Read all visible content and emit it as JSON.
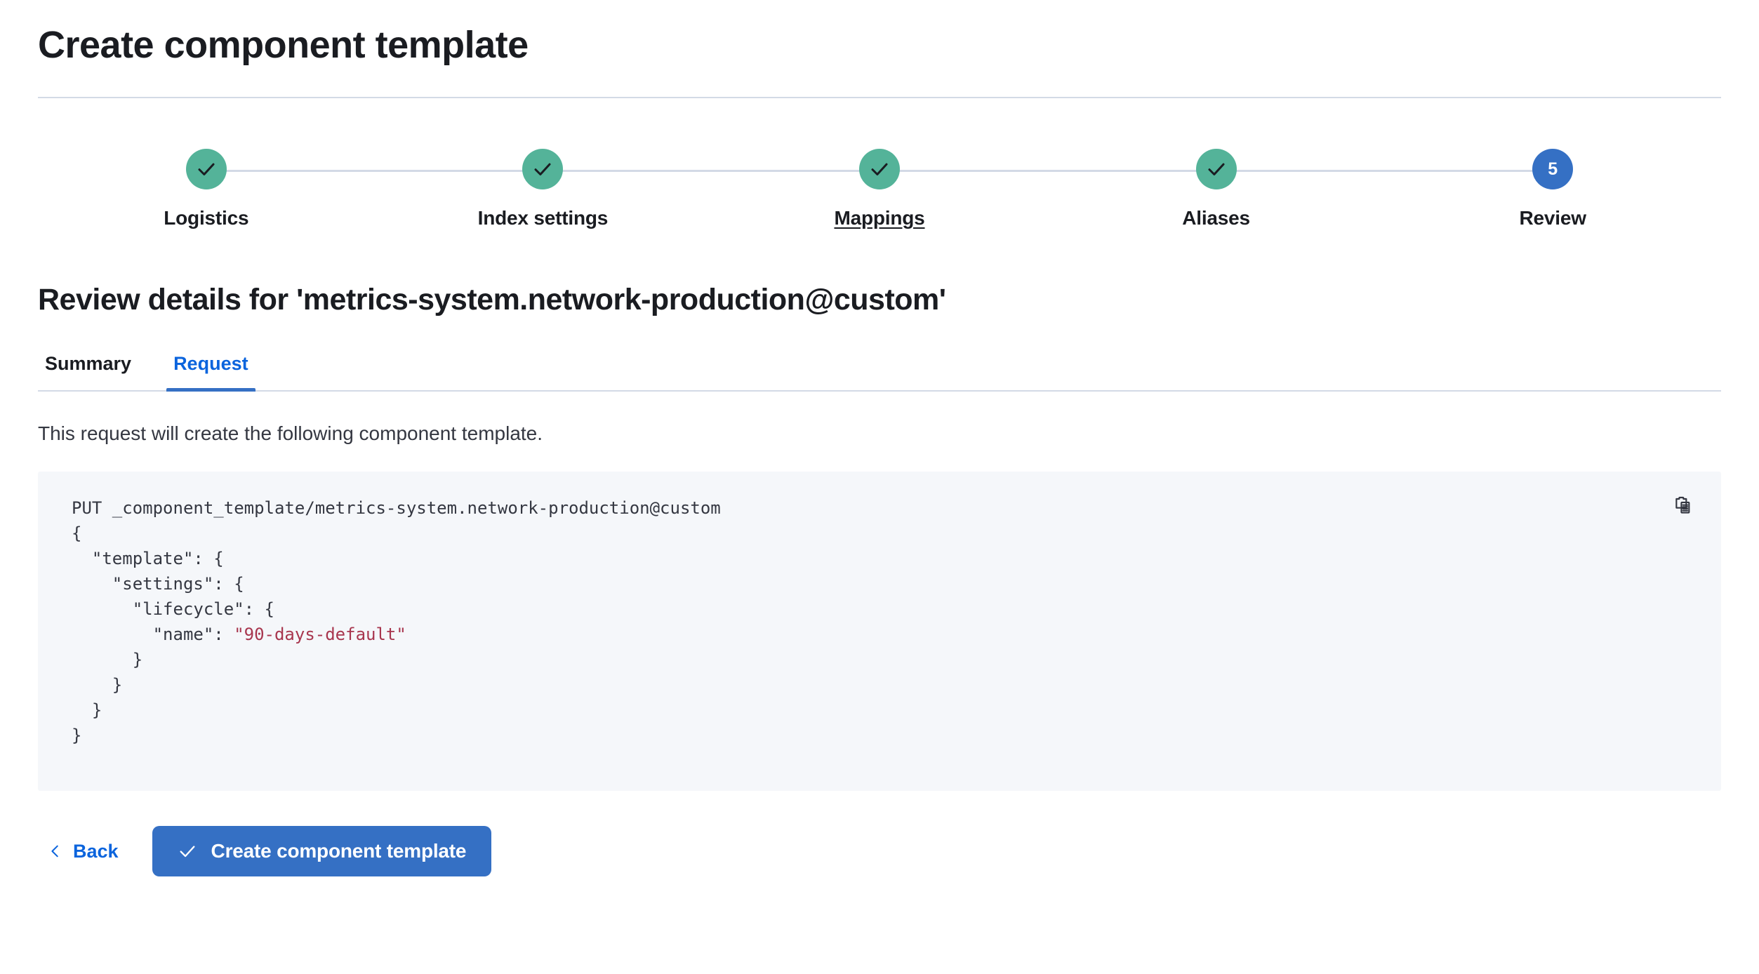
{
  "header": {
    "title": "Create component template"
  },
  "stepper": {
    "steps": [
      {
        "label": "Logistics",
        "state": "complete",
        "number": "1",
        "underlined": false
      },
      {
        "label": "Index settings",
        "state": "complete",
        "number": "2",
        "underlined": false
      },
      {
        "label": "Mappings",
        "state": "complete",
        "number": "3",
        "underlined": true
      },
      {
        "label": "Aliases",
        "state": "complete",
        "number": "4",
        "underlined": false
      },
      {
        "label": "Review",
        "state": "current",
        "number": "5",
        "underlined": false
      }
    ],
    "complete_color": "#54b399",
    "current_color": "#3570c4"
  },
  "main": {
    "review_heading": "Review details for 'metrics-system.network-production@custom'",
    "tabs": [
      {
        "label": "Summary",
        "active": false
      },
      {
        "label": "Request",
        "active": true
      }
    ],
    "request_description": "This request will create the following component template.",
    "code": {
      "copy_icon": "copy-clipboard-icon",
      "lines": [
        "PUT _component_template/metrics-system.network-production@custom",
        "{",
        "  \"template\": {",
        "    \"settings\": {",
        "      \"lifecycle\": {",
        "        \"name\": ",
        "      }",
        "    }",
        "  }",
        "}"
      ],
      "string_value": "\"90-days-default\"",
      "string_color": "#a8364e",
      "background": "#f5f7fa"
    }
  },
  "footer": {
    "back_label": "Back",
    "back_icon": "chevron-left-icon",
    "submit_label": "Create component template",
    "submit_icon": "check-icon",
    "submit_color": "#3570c4"
  }
}
